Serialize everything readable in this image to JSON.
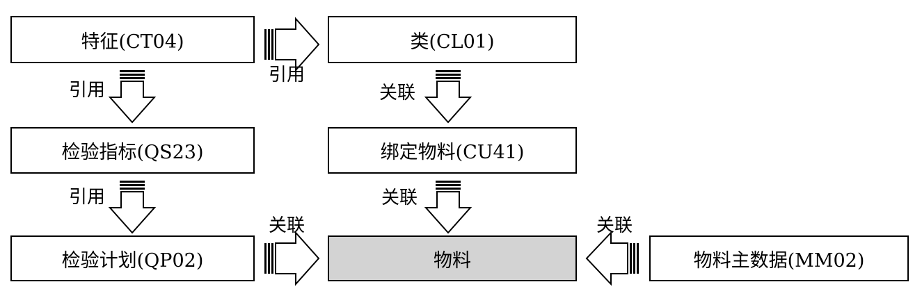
{
  "boxes": {
    "feature": "特征(CT04)",
    "class": "类(CL01)",
    "inspection_char": "检验指标(QS23)",
    "bind_material": "绑定物料(CU41)",
    "inspection_plan": "检验计划(QP02)",
    "material": "物料",
    "material_master": "物料主数据(MM02)"
  },
  "labels": {
    "feature_to_class": "引用",
    "feature_to_char": "引用",
    "char_to_plan": "引用",
    "class_to_bind": "关联",
    "bind_to_material": "关联",
    "plan_to_material": "关联",
    "master_to_material": "关联"
  },
  "colors": {
    "material_fill": "#d3d3d3",
    "line": "#000000"
  }
}
